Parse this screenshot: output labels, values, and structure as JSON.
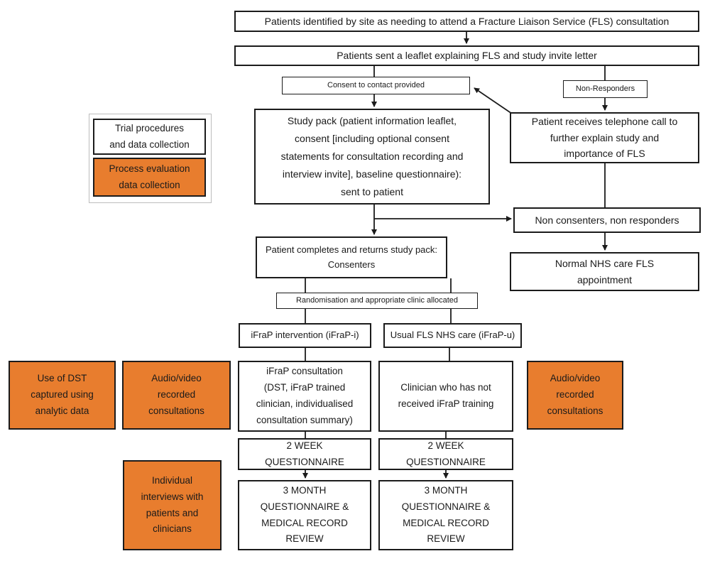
{
  "palette": {
    "highlight_orange": "#E87D2E",
    "box_border": "#1b1b1b",
    "legend_border": "#bdbdbd",
    "background": "#ffffff"
  },
  "legend": {
    "trial_label": "Trial procedures\nand data collection",
    "process_label": "Process evaluation\ndata collection"
  },
  "flow": {
    "identified": "Patients identified by site as needing to attend a Fracture Liaison Service (FLS) consultation",
    "leaflet": "Patients sent a leaflet explaining FLS and study invite letter",
    "consent_to_contact": "Consent to contact provided",
    "non_responders": "Non-Responders",
    "telephone": "Patient receives telephone call to\nfurther explain study and\nimportance of FLS",
    "study_pack": "Study pack (patient information leaflet,\nconsent [including optional consent\nstatements for consultation recording and\ninterview invite], baseline questionnaire):\nsent to patient",
    "non_consenters": "Non consenters, non responders",
    "normal_nhs_care": "Normal NHS care FLS\nappointment",
    "completes_pack": "Patient completes and returns study pack:\nConsenters",
    "randomisation": "Randomisation and appropriate clinic allocated",
    "arm_intervention": "iFraP intervention (iFraP-i)",
    "arm_usual": "Usual FLS NHS care (iFraP-u)",
    "ifrap_consultation": "iFraP consultation\n(DST, iFraP trained\nclinician, individualised\nconsultation summary)",
    "clinician_untrained": "Clinician who has not\nreceived iFraP training",
    "week2_left": "2 WEEK\nQUESTIONNAIRE",
    "week2_right": "2 WEEK\nQUESTIONNAIRE",
    "month3_left": "3 MONTH\nQUESTIONNAIRE  &\nMEDICAL RECORD\nREVIEW",
    "month3_right": "3 MONTH\nQUESTIONNAIRE  &\nMEDICAL RECORD\nREVIEW"
  },
  "process_eval": {
    "dst": "Use of DST\ncaptured using\nanalytic data",
    "audio_left": "Audio/video\nrecorded\nconsultations",
    "audio_right": "Audio/video\nrecorded\nconsultations",
    "interviews": "Individual\ninterviews with\npatients and\nclinicians"
  }
}
